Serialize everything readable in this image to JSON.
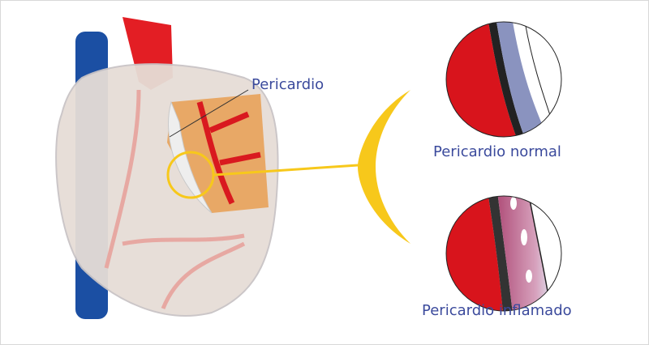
{
  "labels": {
    "pericardium": "Pericardio",
    "normal": "Pericardio normal",
    "inflamed": "Pericardio inflamado"
  },
  "colors": {
    "label": "#3b4a9c",
    "muscle": "#e0151d",
    "vein": "#1b4fa3",
    "aorta": "#e31e24",
    "highlight": "#f7c81b",
    "pericardium_normal": "#8a93bf",
    "pericardium_inflamed": "#c26a8f"
  }
}
